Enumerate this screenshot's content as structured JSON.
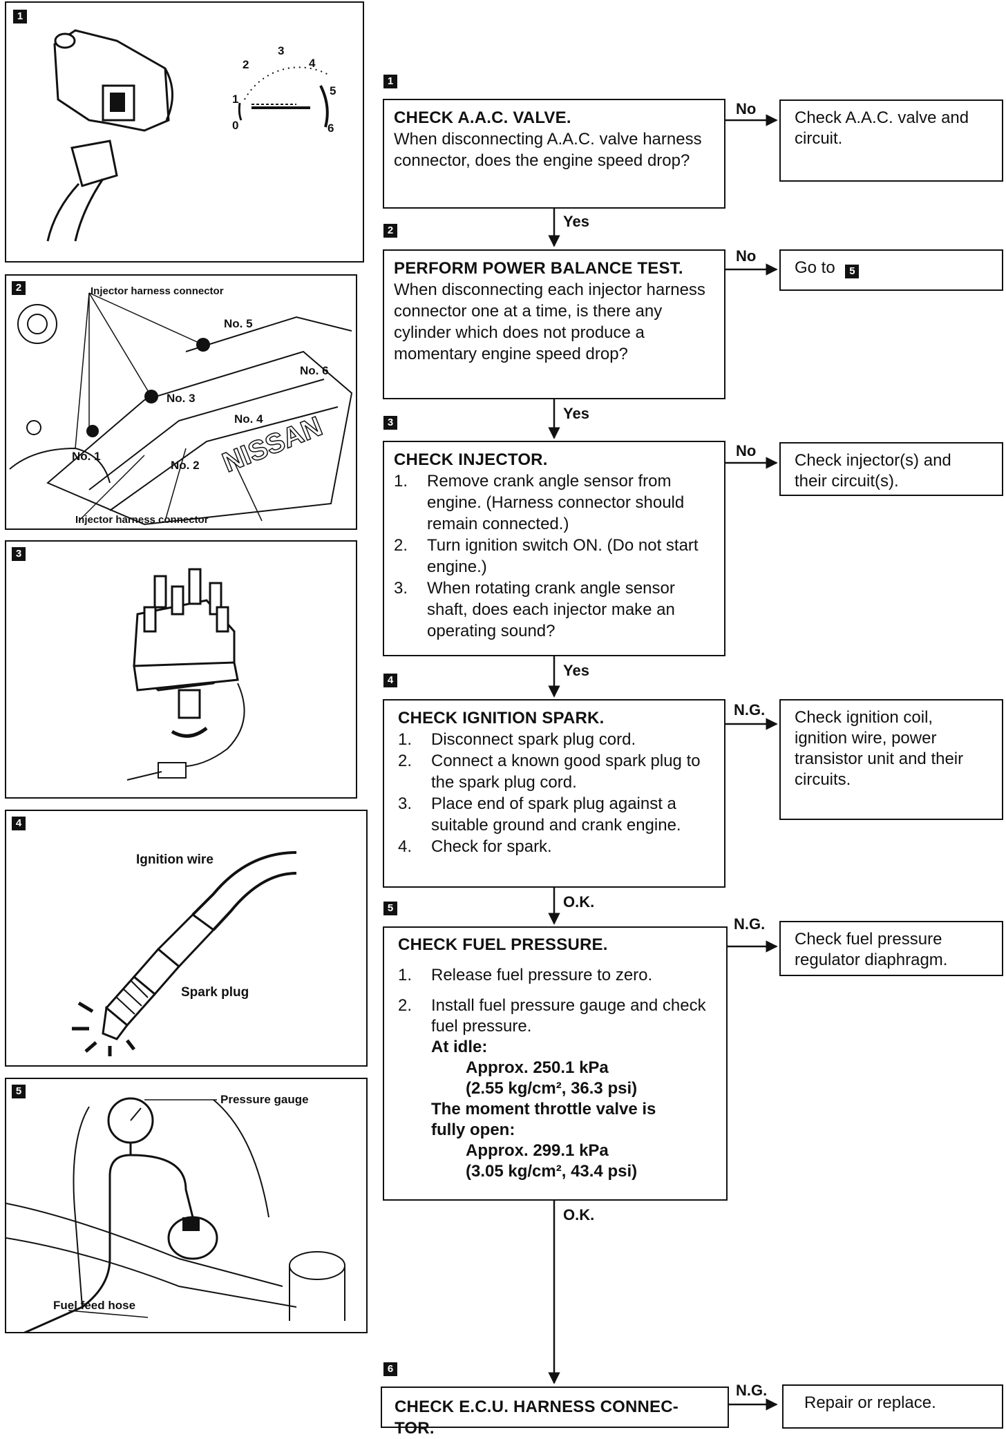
{
  "illustrations": {
    "panel1": {
      "badge": "1",
      "gauge_ticks": [
        "0",
        "1",
        "2",
        "3",
        "4",
        "5",
        "6"
      ]
    },
    "panel2": {
      "badge": "2",
      "label_top": "Injector harness connector",
      "label_bottom": "Injector harness connector",
      "cyl": [
        "No. 1",
        "No. 2",
        "No. 3",
        "No. 4",
        "No. 5",
        "No. 6"
      ],
      "brand": "NISSAN"
    },
    "panel3": {
      "badge": "3"
    },
    "panel4": {
      "badge": "4",
      "ignition_wire": "Ignition wire",
      "spark_plug": "Spark plug"
    },
    "panel5": {
      "badge": "5",
      "pressure_gauge": "Pressure gauge",
      "fuel_feed_hose": "Fuel feed hose"
    }
  },
  "flow": {
    "step1": {
      "badge": "1",
      "title": "CHECK A.A.C. VALVE.",
      "text": "When disconnecting A.A.C. valve harness connector, does the engine speed drop?",
      "no_label": "No",
      "no_result": "Check A.A.C. valve and circuit.",
      "yes_label": "Yes"
    },
    "step2": {
      "badge": "2",
      "title": "PERFORM POWER BALANCE TEST.",
      "text": "When disconnecting each injector harness connector one at a time, is there any cylinder which does not produce a momentary engine speed drop?",
      "no_label": "No",
      "no_result_prefix": "Go to",
      "no_result_badge": "5",
      "yes_label": "Yes"
    },
    "step3": {
      "badge": "3",
      "title": "CHECK INJECTOR.",
      "items": [
        {
          "n": "1.",
          "t": "Remove crank angle sensor from engine. (Harness connector should remain connected.)"
        },
        {
          "n": "2.",
          "t": "Turn ignition switch ON. (Do not start engine.)"
        },
        {
          "n": "3.",
          "t": "When rotating crank angle sensor shaft, does each injector make an operating sound?"
        }
      ],
      "no_label": "No",
      "no_result": "Check injector(s) and their circuit(s).",
      "yes_label": "Yes"
    },
    "step4": {
      "badge": "4",
      "title": "CHECK IGNITION SPARK.",
      "items": [
        {
          "n": "1.",
          "t": "Disconnect spark plug cord."
        },
        {
          "n": "2.",
          "t": "Connect a known good spark plug to the spark plug cord."
        },
        {
          "n": "3.",
          "t": "Place end of spark plug against a suitable ground and crank engine."
        },
        {
          "n": "4.",
          "t": "Check for spark."
        }
      ],
      "ng_label": "N.G.",
      "ng_result": "Check ignition coil, ignition wire, power transistor unit and their circuits.",
      "ok_label": "O.K."
    },
    "step5": {
      "badge": "5",
      "title": "CHECK FUEL PRESSURE.",
      "item1_n": "1.",
      "item1": "Release fuel pressure to zero.",
      "item2_n": "2.",
      "item2": "Install fuel pressure gauge and check fuel pressure.",
      "idle_label": "At idle:",
      "idle_val1": "Approx. 250.1 kPa",
      "idle_val2": "(2.55 kg/cm², 36.3 psi)",
      "throttle_label1": "The moment throttle valve is",
      "throttle_label2": "fully open:",
      "throttle_val1": "Approx. 299.1 kPa",
      "throttle_val2": "(3.05 kg/cm², 43.4 psi)",
      "ng_label": "N.G.",
      "ng_result": "Check fuel pressure regulator diaphragm.",
      "ok_label": "O.K."
    },
    "step6": {
      "badge": "6",
      "title": "CHECK E.C.U. HARNESS CONNEC-TOR.",
      "ng_label": "N.G.",
      "ng_result": "Repair or replace."
    }
  }
}
